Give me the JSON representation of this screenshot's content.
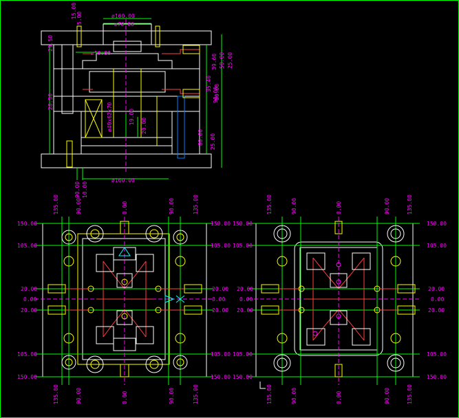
{
  "colors": {
    "background": "#000000",
    "frame": "#00ff00",
    "outline": "#ffffff",
    "dimension_text": "#ff00ff",
    "dimension_line": "#00ff00",
    "center_line": "#ff00ff",
    "cooling": "#ff4040",
    "ejector": "#ffff00",
    "accent": "#00ffff"
  },
  "section_view": {
    "dims": {
      "top_15": "15.00",
      "top_5": "5.00",
      "dia_160_top": "ø160.00",
      "dia_70": "ø70.00",
      "dia_16": "ø16.00",
      "left_29_50": "29.50",
      "right_50": "50.00",
      "right_25": "25.00",
      "right_39_60": "39.60",
      "right_35_40": "35.40",
      "right_80": "80.00",
      "right_90": "90.00",
      "mid_19": "19.00",
      "mid_20": "20.00",
      "insert_label": "ø40x62x70",
      "left_28_50": "28.50",
      "bottom_dia_160": "ø160.00",
      "bottom_90": "90.00",
      "bottom_10": "10.00",
      "right_25b": "25.00",
      "right_80b": "80.00"
    }
  },
  "plan_view_left": {
    "top_labels": [
      "135.00",
      "90.00",
      "0.00",
      "90.00",
      "135.00"
    ],
    "bottom_labels": [
      "135.00",
      "90.00",
      "0.00",
      "90.00",
      "135.00"
    ],
    "left_labels": [
      "150.00",
      "105.00",
      "20.00",
      "0.00",
      "20.00",
      "105.00",
      "150.00"
    ],
    "right_labels": [
      "150.00",
      "105.00",
      "20.00",
      "0.00",
      "20.00",
      "105.00",
      "150.00"
    ]
  },
  "plan_view_right": {
    "top_labels": [
      "135.00",
      "90.00",
      "0.00",
      "90.00",
      "135.00"
    ],
    "bottom_labels": [
      "135.00",
      "90.00",
      "0.00",
      "90.00",
      "135.00"
    ],
    "left_labels": [
      "150.00",
      "105.00",
      "20.00",
      "0.00",
      "20.00",
      "105.00",
      "150.00"
    ],
    "right_labels": [
      "150.00",
      "105.00",
      "20.00",
      "0.00",
      "20.00",
      "105.00",
      "150.00"
    ]
  }
}
